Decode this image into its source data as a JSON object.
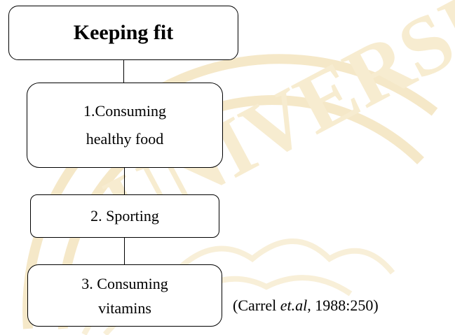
{
  "colors": {
    "watermark": "#f7ecd0",
    "stroke": "#000000"
  },
  "watermark_text": "UNIVERSITAS",
  "title": "Keeping fit",
  "steps": [
    {
      "line1": "1.Consuming",
      "line2": "healthy food"
    },
    {
      "line1": "2. Sporting"
    },
    {
      "line1": "3. Consuming",
      "line2": "vitamins"
    }
  ],
  "citation": {
    "open": "(Carrel ",
    "italic": "et.al",
    "rest": ", 1988:250)"
  }
}
